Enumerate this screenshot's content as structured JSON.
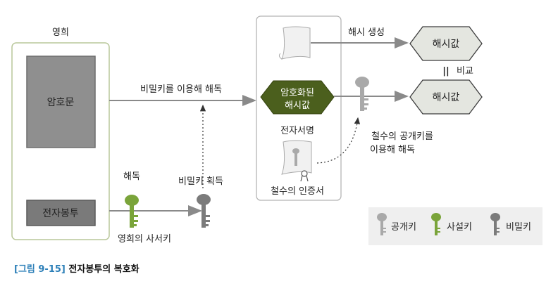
{
  "diagram": {
    "younghee_label": "영희",
    "ciphertext_label": "암호문",
    "envelope_label": "전자봉투",
    "decrypt_with_secret_key": "비밀키를 이용해 해독",
    "decrypt_label": "해독",
    "younghee_private_key": "영희의 사서키",
    "obtain_secret_key": "비밀키 획득",
    "encrypted_hash_line1": "암호화된",
    "encrypted_hash_line2": "해시값",
    "digital_signature_label": "전자서명",
    "cert_label": "철수의 인증서",
    "hash_generate": "해시 생성",
    "hash_value_top": "해시값",
    "hash_value_bottom": "해시값",
    "compare_mark": "||",
    "compare_label": "비교",
    "decrypt_with_public_line1": "철수의 공개키를",
    "decrypt_with_public_line2": "이용해 해독"
  },
  "legend": {
    "public_key": "공개키",
    "private_key": "사설키",
    "secret_key": "비밀키"
  },
  "caption": {
    "figure": "[그림 9-15]",
    "title": "전자봉투의 복호화"
  },
  "colors": {
    "green_dark": "#4b5f1d",
    "green_key": "#7aa43a",
    "gray_key": "#a9a9a9",
    "dark_key": "#7b7b7b",
    "box_border": "#b9c79a"
  }
}
